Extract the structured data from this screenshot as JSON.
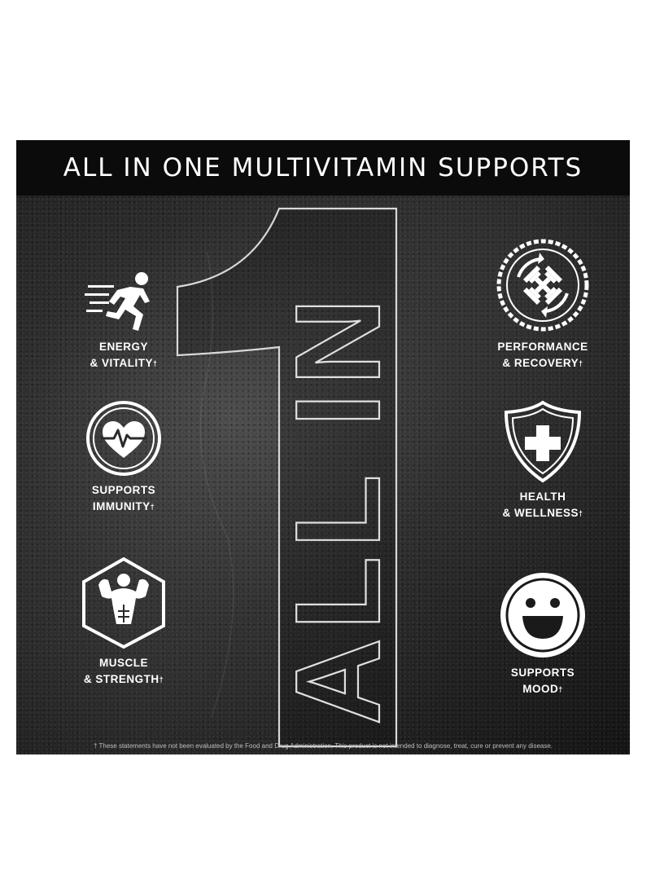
{
  "header": {
    "title": "ALL IN ONE MULTIVITAMIN SUPPORTS"
  },
  "center_graphic": {
    "numeral": "1",
    "text": "ALL IN"
  },
  "features": [
    {
      "line1": "ENERGY",
      "line2": "& VITALITY",
      "mark": "†",
      "icon": "running-man-icon"
    },
    {
      "line1": "SUPPORTS",
      "line2": "IMMUNITY",
      "mark": "†",
      "icon": "heartbeat-icon"
    },
    {
      "line1": "MUSCLE",
      "line2": "& STRENGTH",
      "mark": "†",
      "icon": "bodybuilder-icon"
    },
    {
      "line1": "PERFORMANCE",
      "line2": "& RECOVERY",
      "mark": "†",
      "icon": "dumbbell-cycle-icon"
    },
    {
      "line1": "HEALTH",
      "line2": "& WELLNESS",
      "mark": "†",
      "icon": "medical-shield-icon"
    },
    {
      "line1": "SUPPORTS",
      "line2": "MOOD",
      "mark": "†",
      "icon": "smiley-face-icon"
    }
  ],
  "disclaimer": "† These statements have not been evaluated by the Food and Drug Administration. This product is not intended to diagnose, treat, cure or prevent any disease.",
  "colors": {
    "background": "#1e1e1e",
    "header": "#0b0b0b",
    "text": "#ffffff"
  }
}
